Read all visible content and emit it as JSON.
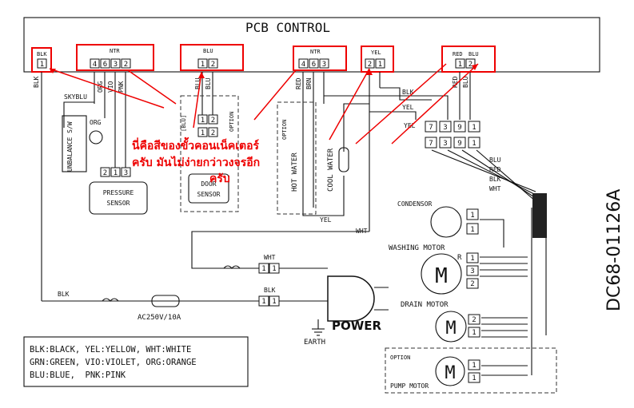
{
  "pcb_title": "PCB CONTROL",
  "side_code": "DC68-01126A",
  "connectors": {
    "blk": {
      "label": "BLK",
      "pins": "1"
    },
    "ntr_left": {
      "label": "NTR",
      "pins": [
        "4",
        "6",
        "3",
        "2"
      ]
    },
    "blu": {
      "label": "BLU",
      "pins": [
        "1",
        "2"
      ]
    },
    "ntr_right": {
      "label": "NTR",
      "pins": [
        "4",
        "6",
        "3"
      ]
    },
    "yel": {
      "label": "YEL",
      "pins": [
        "2",
        "1"
      ]
    },
    "red_blu": {
      "label_red": "RED",
      "label_blu": "BLU",
      "pins": [
        "1",
        "2"
      ]
    }
  },
  "wires": {
    "blk": "BLK",
    "skyblu": "SKYBLU",
    "org": "ORG",
    "vio": "VIO",
    "pnk": "PNK",
    "blu": "BLU",
    "red": "RED",
    "brn": "BRN",
    "yel": "YEL",
    "wht": "WHT",
    "option": "OPTION",
    "blu_bracket": "[BLU]"
  },
  "components": {
    "unbalance": "UNBALANCE S/W",
    "pressure": "PRESSURE SENSOR",
    "pressure_pins": [
      "2",
      "1",
      "3"
    ],
    "door": "DOOR SENSOR",
    "door_pins": [
      "1",
      "2"
    ],
    "hot_water": "HOT WATER",
    "cool_water": "COOL WATER",
    "terminal_pins": [
      "7",
      "3",
      "9",
      "1"
    ],
    "condenser": "CONDENSOR",
    "washing_motor": "WASHING MOTOR",
    "drain_motor": "DRAIN MOTOR",
    "pump_motor": "PUMP MOTOR",
    "motor_symbol": "M",
    "r_label": "R",
    "power": "POWER",
    "earth": "EARTH",
    "fuse": "AC250V/10A",
    "wm_pins": [
      "1",
      "3",
      "2"
    ],
    "dm_pins": [
      "2",
      "1"
    ],
    "pm_pins": [
      "1",
      "1"
    ],
    "cond_pins": [
      "1",
      "1"
    ],
    "power_pins": [
      "1",
      "1"
    ]
  },
  "annotation": {
    "line1": "นี่คือสีของขั้วคอนเน็คเตอร์",
    "line2": "ครับ มันไม่ง่ายกว่าวงจรอีก",
    "line3": "ครับ"
  },
  "legend": {
    "line1": "BLK:BLACK, YEL:YELLOW, WHT:WHITE",
    "line2": "GRN:GREEN, VIO:VIOLET, ORG:ORANGE",
    "line3": "BLU:BLUE,  PNK:PINK"
  }
}
